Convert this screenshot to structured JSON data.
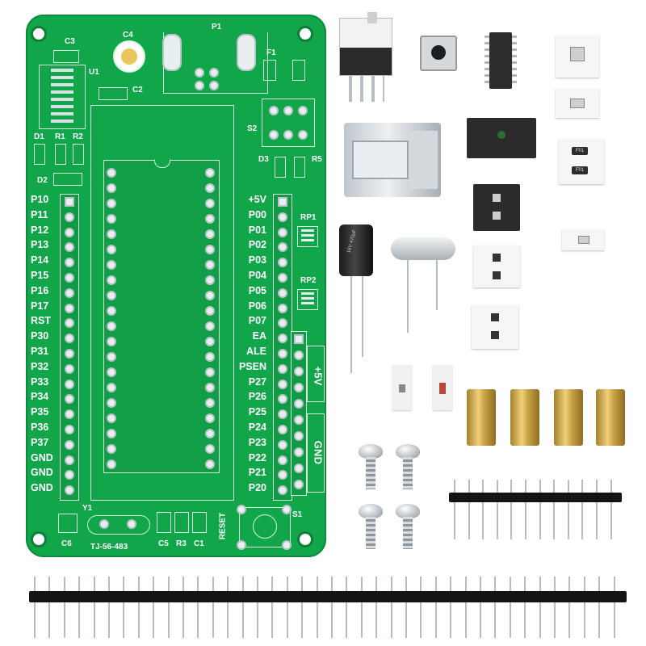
{
  "board": {
    "model": "TJ-56-483",
    "left_pins": [
      "P10",
      "P11",
      "P12",
      "P13",
      "P14",
      "P15",
      "P16",
      "P17",
      "RST",
      "P30",
      "P31",
      "P32",
      "P33",
      "P34",
      "P35",
      "P36",
      "P37",
      "GND",
      "GND",
      "GND"
    ],
    "right_pins": [
      "+5V",
      "P00",
      "P01",
      "P02",
      "P03",
      "P04",
      "P05",
      "P06",
      "P07",
      "EA",
      "ALE",
      "PSEN",
      "P27",
      "P26",
      "P25",
      "P24",
      "P23",
      "P22",
      "P21",
      "P20"
    ],
    "side_label_top": "+5V",
    "side_label_bottom": "GND",
    "refs": {
      "c3": "C3",
      "c4": "C4",
      "p1": "P1",
      "f1": "F1",
      "u1": "U1",
      "c2": "C2",
      "d1": "D1",
      "r1": "R1",
      "r2": "R2",
      "d2": "D2",
      "s2": "S2",
      "d3": "D3",
      "r5": "R5",
      "rp1": "RP1",
      "rp2": "RP2",
      "y1": "Y1",
      "c6": "C6",
      "c5": "C5",
      "r3": "R3",
      "c1": "C1",
      "reset": "RESET",
      "s1": "S1"
    }
  },
  "parts": {
    "capacitor_marking": "16V 470μF",
    "resistor_marking_1": "F01",
    "resistor_marking_2": "F01"
  },
  "colors": {
    "pcb_green": "#12a64a",
    "silk": "#ffffff",
    "pads": "#e9eef0",
    "brass": "#c9a347"
  }
}
